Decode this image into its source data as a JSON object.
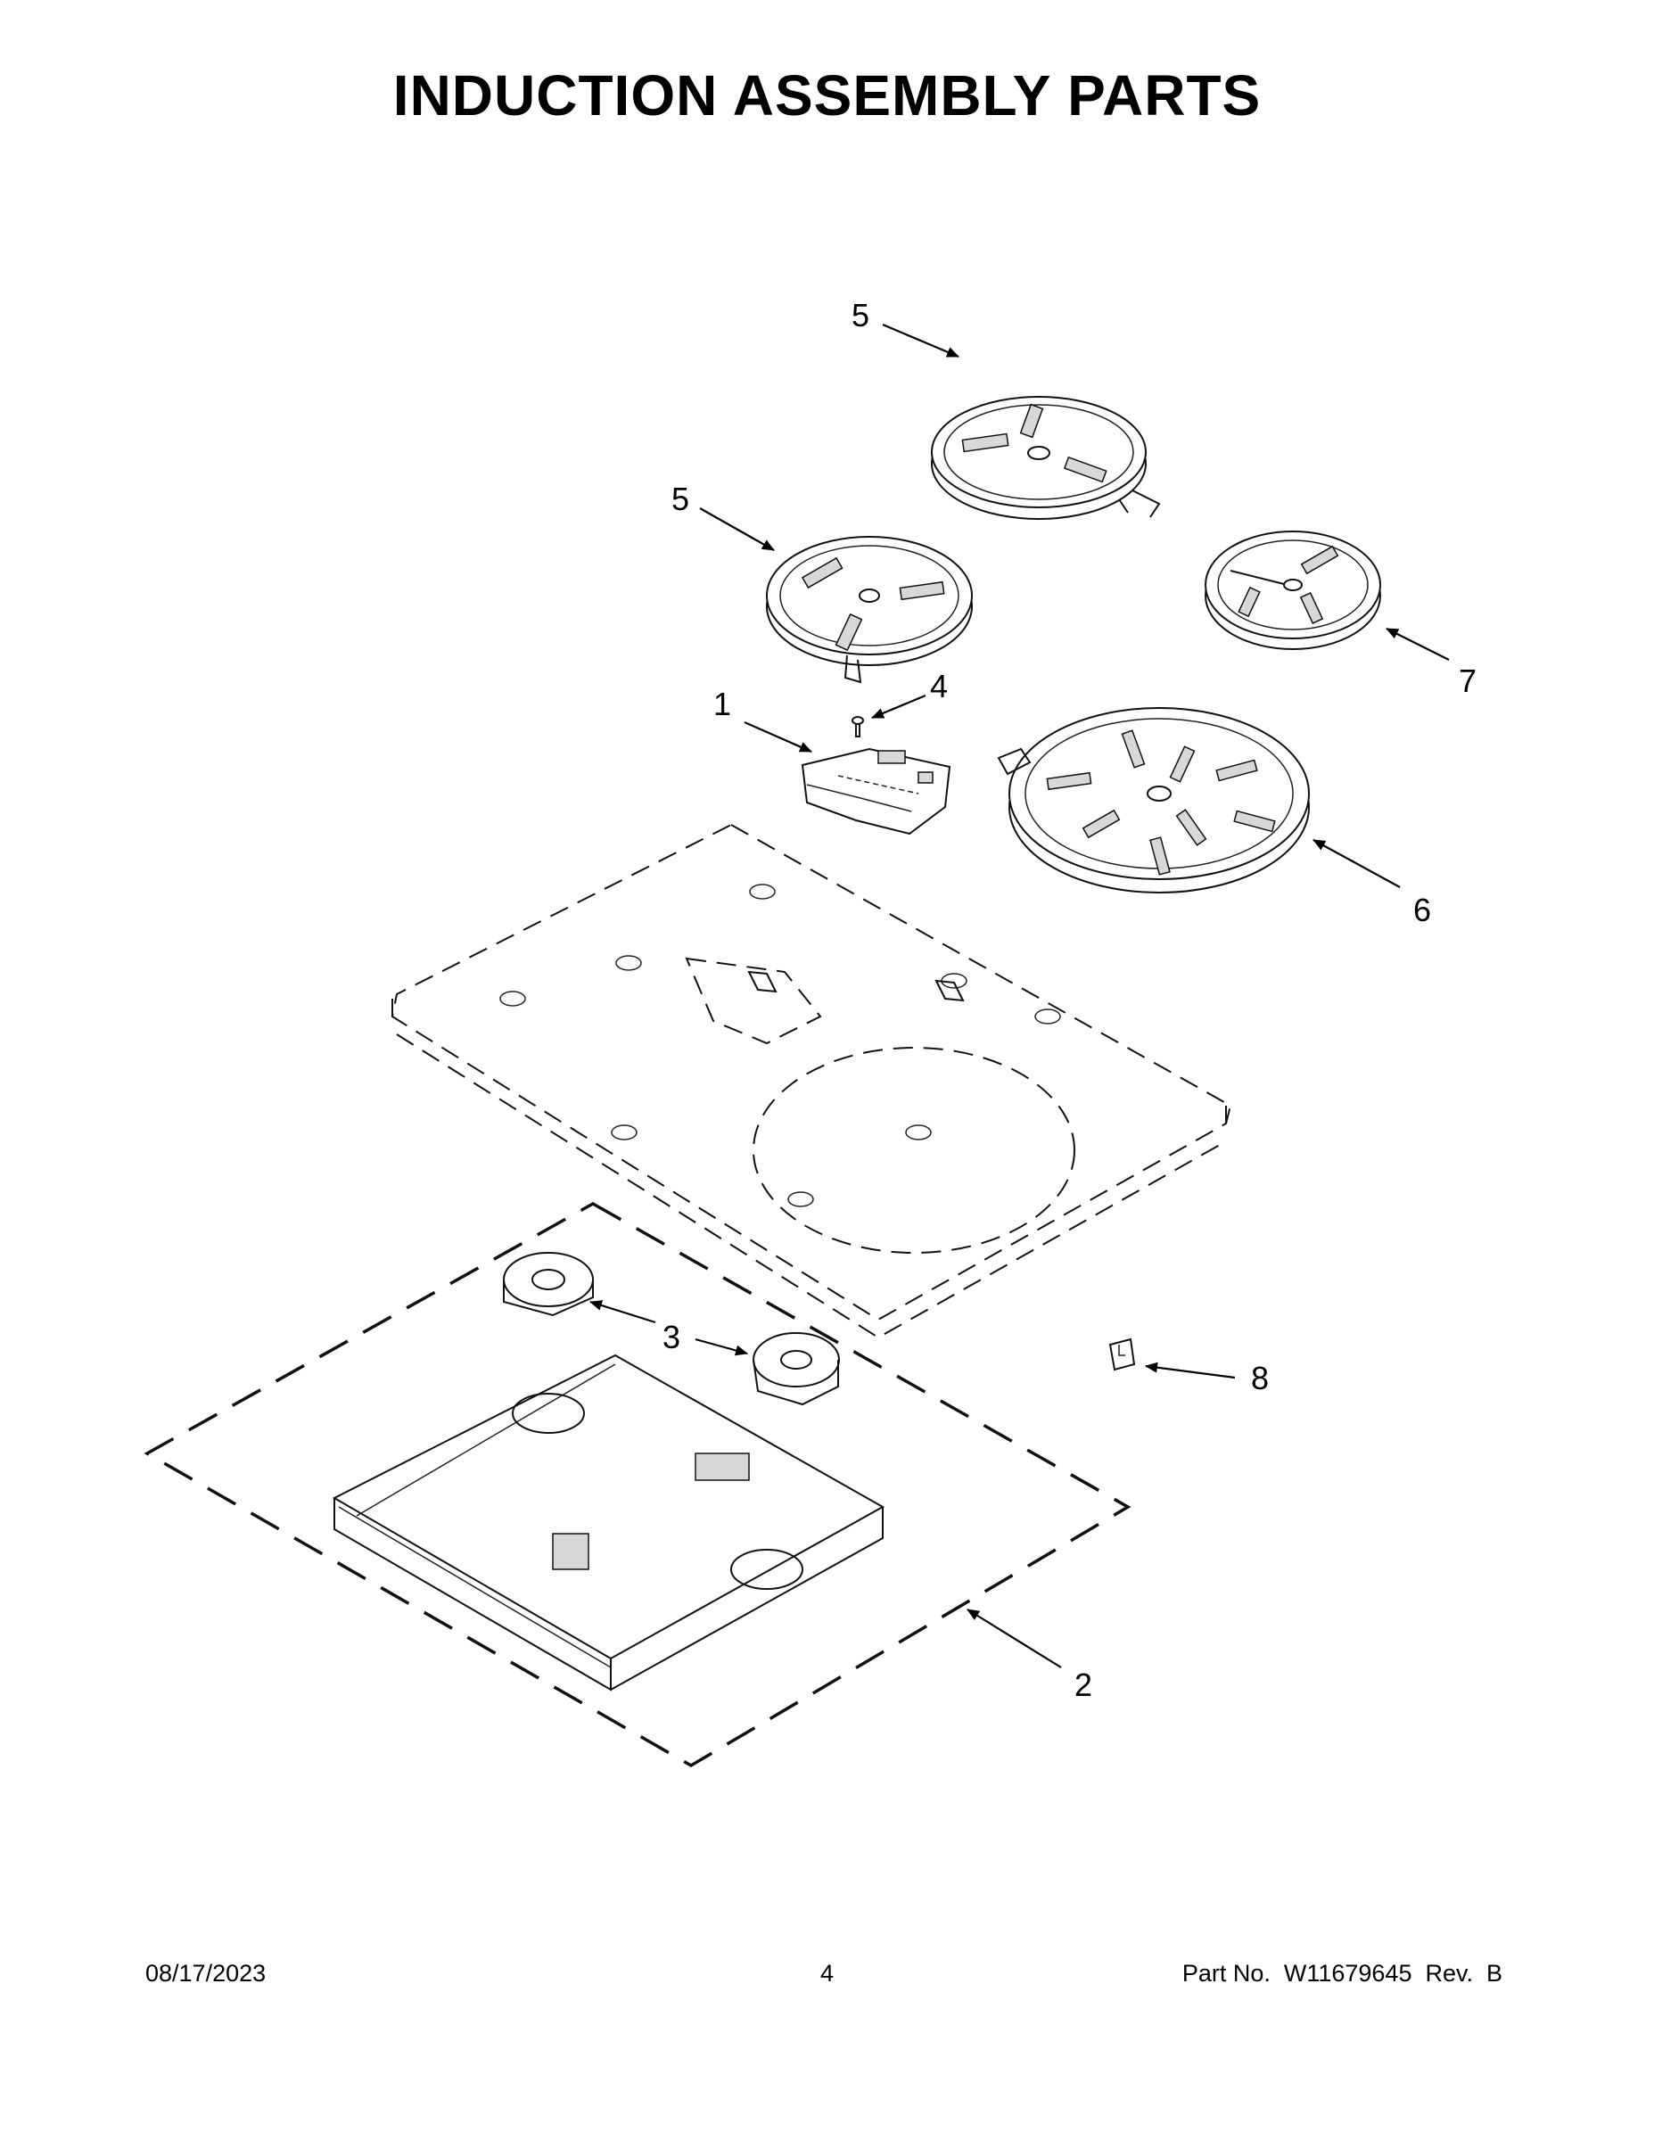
{
  "page": {
    "title": "INDUCTION ASSEMBLY PARTS"
  },
  "callouts": [
    {
      "id": "5a",
      "label": "5"
    },
    {
      "id": "5b",
      "label": "5"
    },
    {
      "id": "7",
      "label": "7"
    },
    {
      "id": "1",
      "label": "1"
    },
    {
      "id": "4",
      "label": "4"
    },
    {
      "id": "6",
      "label": "6"
    },
    {
      "id": "3",
      "label": "3"
    },
    {
      "id": "8",
      "label": "8"
    },
    {
      "id": "2",
      "label": "2"
    }
  ],
  "footer": {
    "date": "08/17/2023",
    "page_number": "4",
    "part_info": "Part No.  W11679645  Rev.  B"
  }
}
